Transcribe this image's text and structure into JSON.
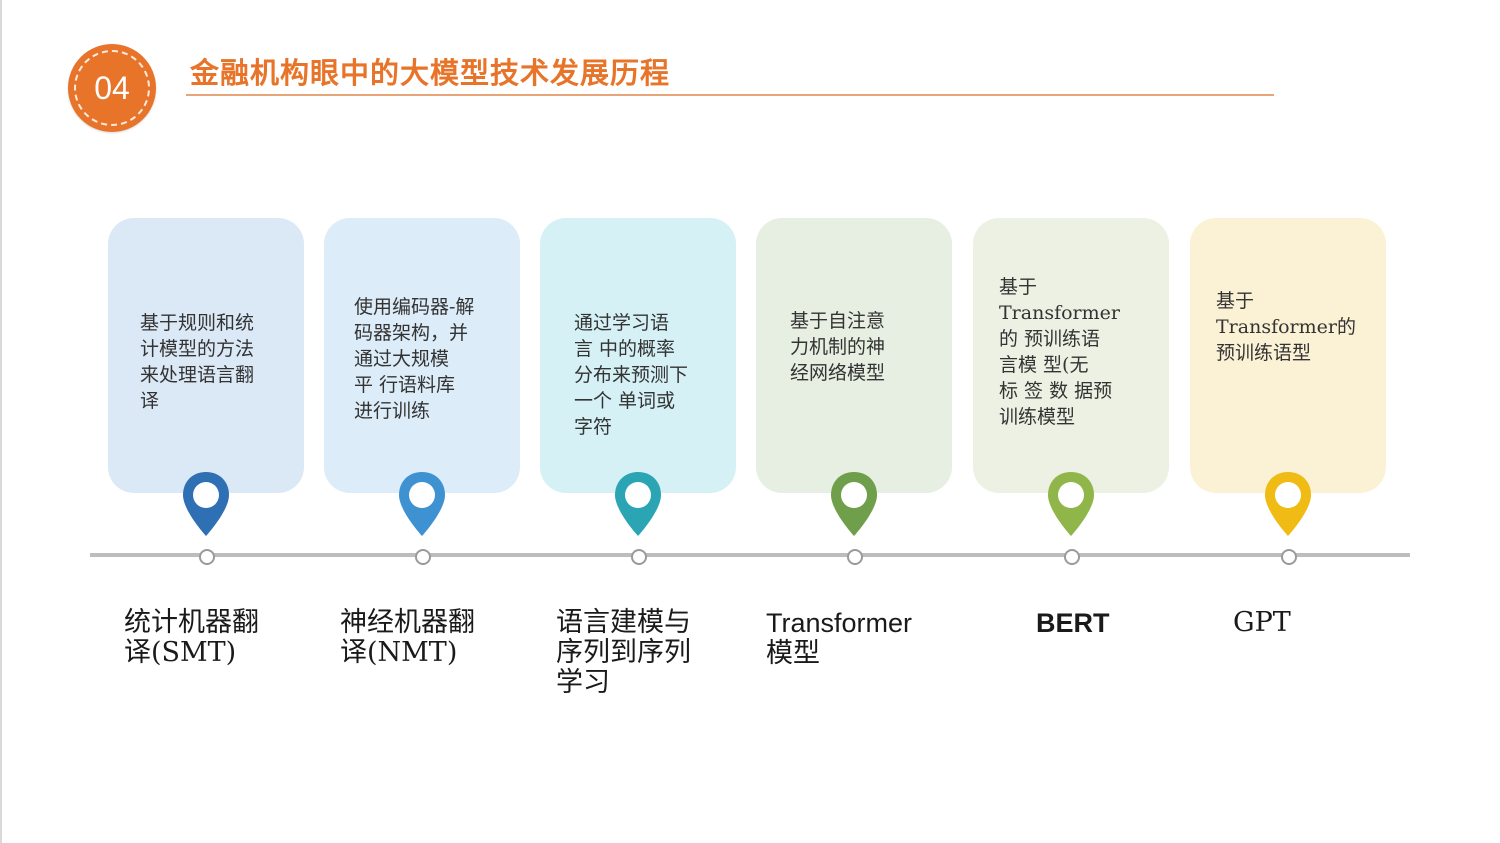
{
  "header": {
    "badge": "04",
    "title": "金融机构眼中的大模型技术发展历程"
  },
  "colors": {
    "accent": "#e8742a",
    "stage_colors": [
      "#2f6fb3",
      "#3f92d2",
      "#2ba5b4",
      "#6f9f4b",
      "#90b64a",
      "#f0bb14"
    ],
    "card_colors": [
      "#dbe9f7",
      "#dcecf8",
      "#d6f1f6",
      "#e6efe1",
      "#edf1e3",
      "#fbf2d6"
    ]
  },
  "stages": [
    {
      "card_text": "基于规则和统\n计模型的方法\n来处理语言翻\n译",
      "milestone": "统计机器翻\n译(SMT)",
      "pin_icon": "location-pin-icon"
    },
    {
      "card_text": "使用编码器-解\n码器架构，并\n通过大规模\n平 行语料库\n进行训练",
      "milestone": "神经机器翻\n译(NMT)",
      "pin_icon": "location-pin-icon"
    },
    {
      "card_text": "通过学习语\n言 中的概率\n分布来预测下\n一个 单词或\n字符",
      "milestone": "语言建模与\n序列到序列\n学习",
      "pin_icon": "location-pin-icon"
    },
    {
      "card_text": "基于自注意\n力机制的神\n经网络模型",
      "milestone": "Transformer\n模型",
      "pin_icon": "location-pin-icon"
    },
    {
      "card_text": "基于\nTransformer\n的  预训练语\n言模 型(无\n标 签 数  据预\n训练模型",
      "milestone": "BERT",
      "pin_icon": "location-pin-icon"
    },
    {
      "card_text": "基于\nTransformer的\n预训练语型",
      "milestone": "GPT",
      "pin_icon": "location-pin-icon"
    }
  ]
}
